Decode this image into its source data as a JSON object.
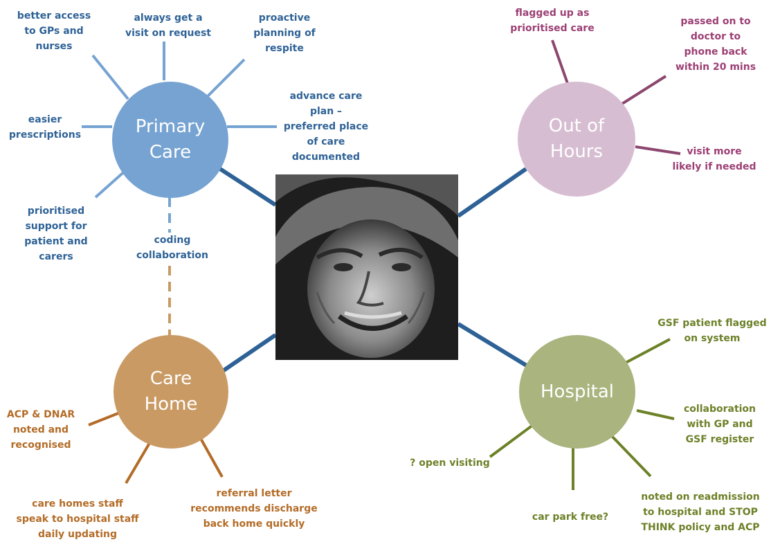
{
  "center": {
    "image": "elderly-man-photo"
  },
  "nodes": {
    "primary_care": {
      "title": "Primary\nCare",
      "color": "#76a3d2"
    },
    "out_of_hours": {
      "title": "Out of\nHours",
      "color": "#d7bdd2"
    },
    "care_home": {
      "title": "Care\nHome",
      "color": "#c99a64"
    },
    "hospital": {
      "title": "Hospital",
      "color": "#a9b47f"
    }
  },
  "primary_care_labels": [
    "better access\nto GPs and\nnurses",
    "always get a\nvisit on request",
    "proactive\nplanning of\nrespite",
    "advance care\nplan –\npreferred place\nof care\ndocumented",
    "easier\nprescriptions",
    "prioritised\nsupport for\npatient and\ncarers"
  ],
  "link_label": "coding\ncollaboration",
  "out_of_hours_labels": [
    "flagged up as\nprioritised care",
    "passed on to\ndoctor to\nphone back\nwithin 20 mins",
    "visit more\nlikely if needed"
  ],
  "care_home_labels": [
    "ACP & DNAR\nnoted and\nrecognised",
    "care homes staff\nspeak to hospital staff\ndaily updating",
    "referral letter\nrecommends discharge\nback home quickly"
  ],
  "hospital_labels": [
    "GSF patient flagged\non system",
    "collaboration\nwith GP and\nGSF register",
    "? open visiting",
    "car park free?",
    "noted on readmission\nto hospital and STOP\nTHINK policy and ACP"
  ]
}
